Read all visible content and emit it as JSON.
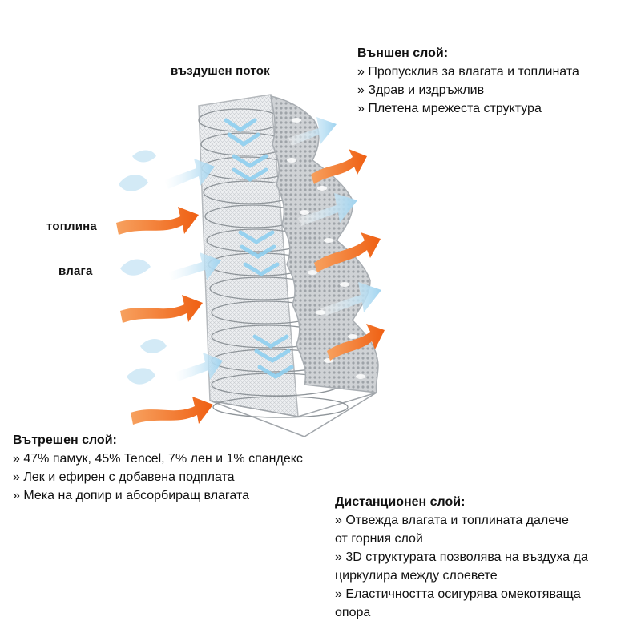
{
  "labels": {
    "airflow": "въздушен поток",
    "heat": "топлина",
    "moisture": "влага"
  },
  "outer_layer": {
    "title": "Външен слой:",
    "items": [
      "» Пропусклив за влагата и топлината",
      "» Здрав и издръжлив",
      "» Плетена мрежеста структура"
    ]
  },
  "inner_layer": {
    "title": "Вътрешен слой:",
    "items": [
      "» 47% памук, 45% Tencel, 7% лен и 1% спандекс",
      "» Лек и ефирен с добавена подплата",
      "» Мека на допир и абсорбиращ влагата"
    ]
  },
  "spacer_layer": {
    "title": "Дистанционен слой:",
    "items": [
      "» Отвежда влагата и топлината далече",
      "от горния слой",
      "» 3D структурата позволява на въздуха да",
      "циркулира между слоевете",
      "» Еластичността осигурява омекотяваща",
      "опора"
    ]
  },
  "colors": {
    "heat_arrow": "#f06a1f",
    "air_arrow": "#a9d8f0",
    "moisture_drop": "#c9e6f5",
    "fabric": "#b8bcc0"
  }
}
